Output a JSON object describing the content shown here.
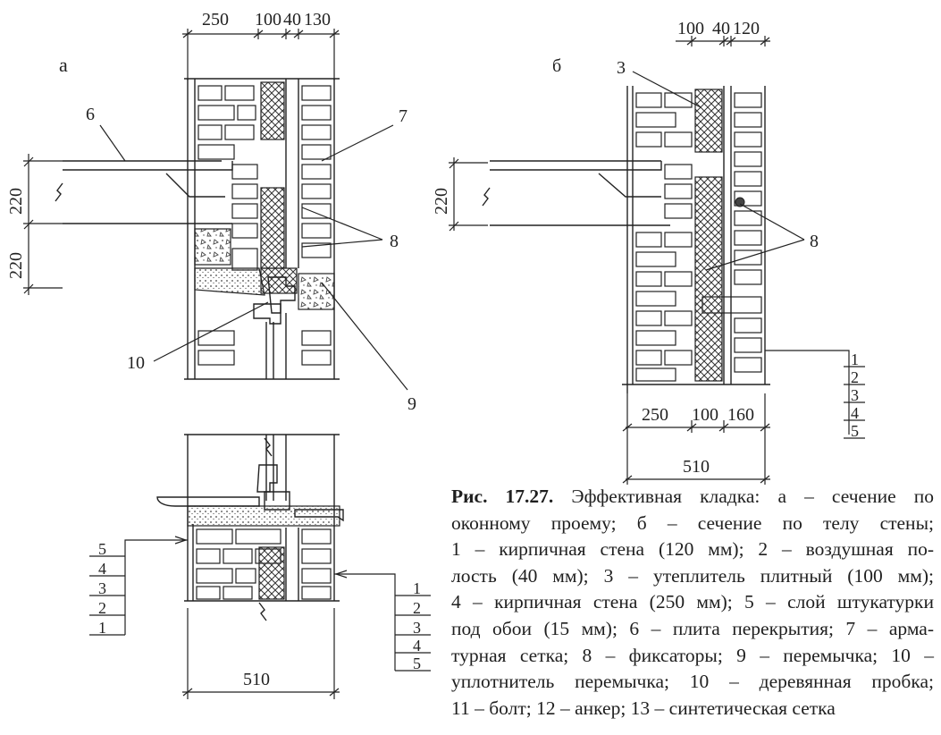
{
  "diagram_a": {
    "label": "а",
    "dim_top": [
      "250",
      "100",
      "40",
      "130"
    ],
    "dim_left": [
      "220",
      "220"
    ],
    "callouts": [
      "6",
      "7",
      "8",
      "9",
      "10"
    ]
  },
  "diagram_b": {
    "label": "б",
    "dim_top": [
      "100",
      "40",
      "120"
    ],
    "dim_left": [
      "220"
    ],
    "dim_bottom_parts": [
      "250",
      "100",
      "160"
    ],
    "dim_bottom_total": "510",
    "callouts": [
      "3",
      "8"
    ],
    "layers": [
      "1",
      "2",
      "3",
      "4",
      "5"
    ]
  },
  "diagram_c": {
    "dim_bottom_total": "510",
    "layers_left": [
      "5",
      "4",
      "3",
      "2",
      "1"
    ],
    "layers_right": [
      "1",
      "2",
      "3",
      "4",
      "5"
    ]
  },
  "caption": {
    "fig_label": "Рис. 17.27.",
    "lines": [
      "Эффективная  кладка: а – сечение по",
      "оконному проему; б – сечение по телу стены;",
      "1 – кирпичная стена (120 мм); 2 – воздушная по-",
      "лость (40 мм); 3 – утеплитель плитный (100 мм);",
      "4 – кирпичная стена (250 мм); 5 – слой штукатурки",
      "под обои (15 мм); 6 – плита перекрытия; 7 – арма-",
      "турная сетка; 8 – фиксаторы; 9 – перемычка; 10 –",
      "уплотнитель перемычка; 10 – деревянная пробка;",
      "11 – болт; 12 – анкер; 13 – синтетическая сетка"
    ]
  }
}
